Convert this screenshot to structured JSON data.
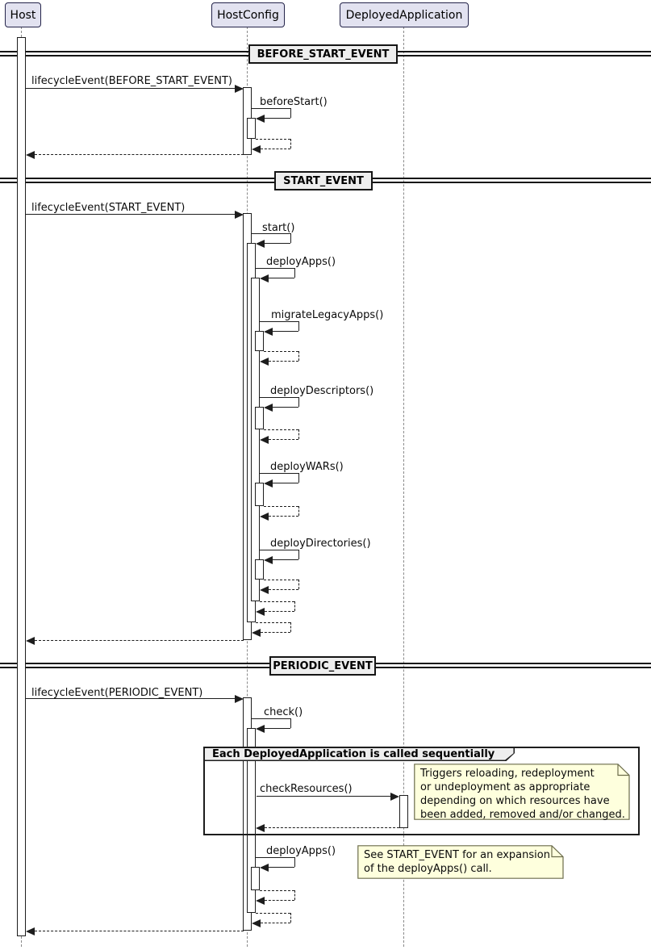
{
  "diagram_type": "uml-sequence-diagram",
  "participants": [
    {
      "label": "Host"
    },
    {
      "label": "HostConfig"
    },
    {
      "label": "DeployedApplication"
    }
  ],
  "dividers": [
    {
      "label": "BEFORE_START_EVENT"
    },
    {
      "label": "START_EVENT"
    },
    {
      "label": "PERIODIC_EVENT"
    }
  ],
  "messages": {
    "before_lifecycle": {
      "label": "lifecycleEvent(BEFORE_START_EVENT)"
    },
    "beforeStart": {
      "label": "beforeStart()"
    },
    "start_lifecycle": {
      "label": "lifecycleEvent(START_EVENT)"
    },
    "start": {
      "label": "start()"
    },
    "deployApps": {
      "label": "deployApps()"
    },
    "migrateLegacyApps": {
      "label": "migrateLegacyApps()"
    },
    "deployDescriptors": {
      "label": "deployDescriptors()"
    },
    "deployWARs": {
      "label": "deployWARs()"
    },
    "deployDirectories": {
      "label": "deployDirectories()"
    },
    "periodic_lifecycle": {
      "label": "lifecycleEvent(PERIODIC_EVENT)"
    },
    "check": {
      "label": "check()"
    },
    "checkResources": {
      "label": "checkResources()"
    },
    "deployApps2": {
      "label": "deployApps()"
    }
  },
  "group": {
    "title": "Each DeployedApplication is called sequentially"
  },
  "notes": {
    "resources": {
      "lines": [
        "Triggers reloading, redeployment",
        "or undeployment as appropriate",
        "depending on which resources have",
        "been added, removed and/or changed."
      ]
    },
    "see_start": {
      "lines": [
        "See START_EVENT for an expansion",
        "of the deployApps() call."
      ]
    }
  },
  "colors": {
    "participant_fill": "#E2E2F0",
    "divider_fill": "#EEEEEE",
    "note_fill": "#FEFFDD",
    "line": "#1D1D1D",
    "lifeline": "#8A8A8A",
    "background": "#FFFFFF"
  }
}
